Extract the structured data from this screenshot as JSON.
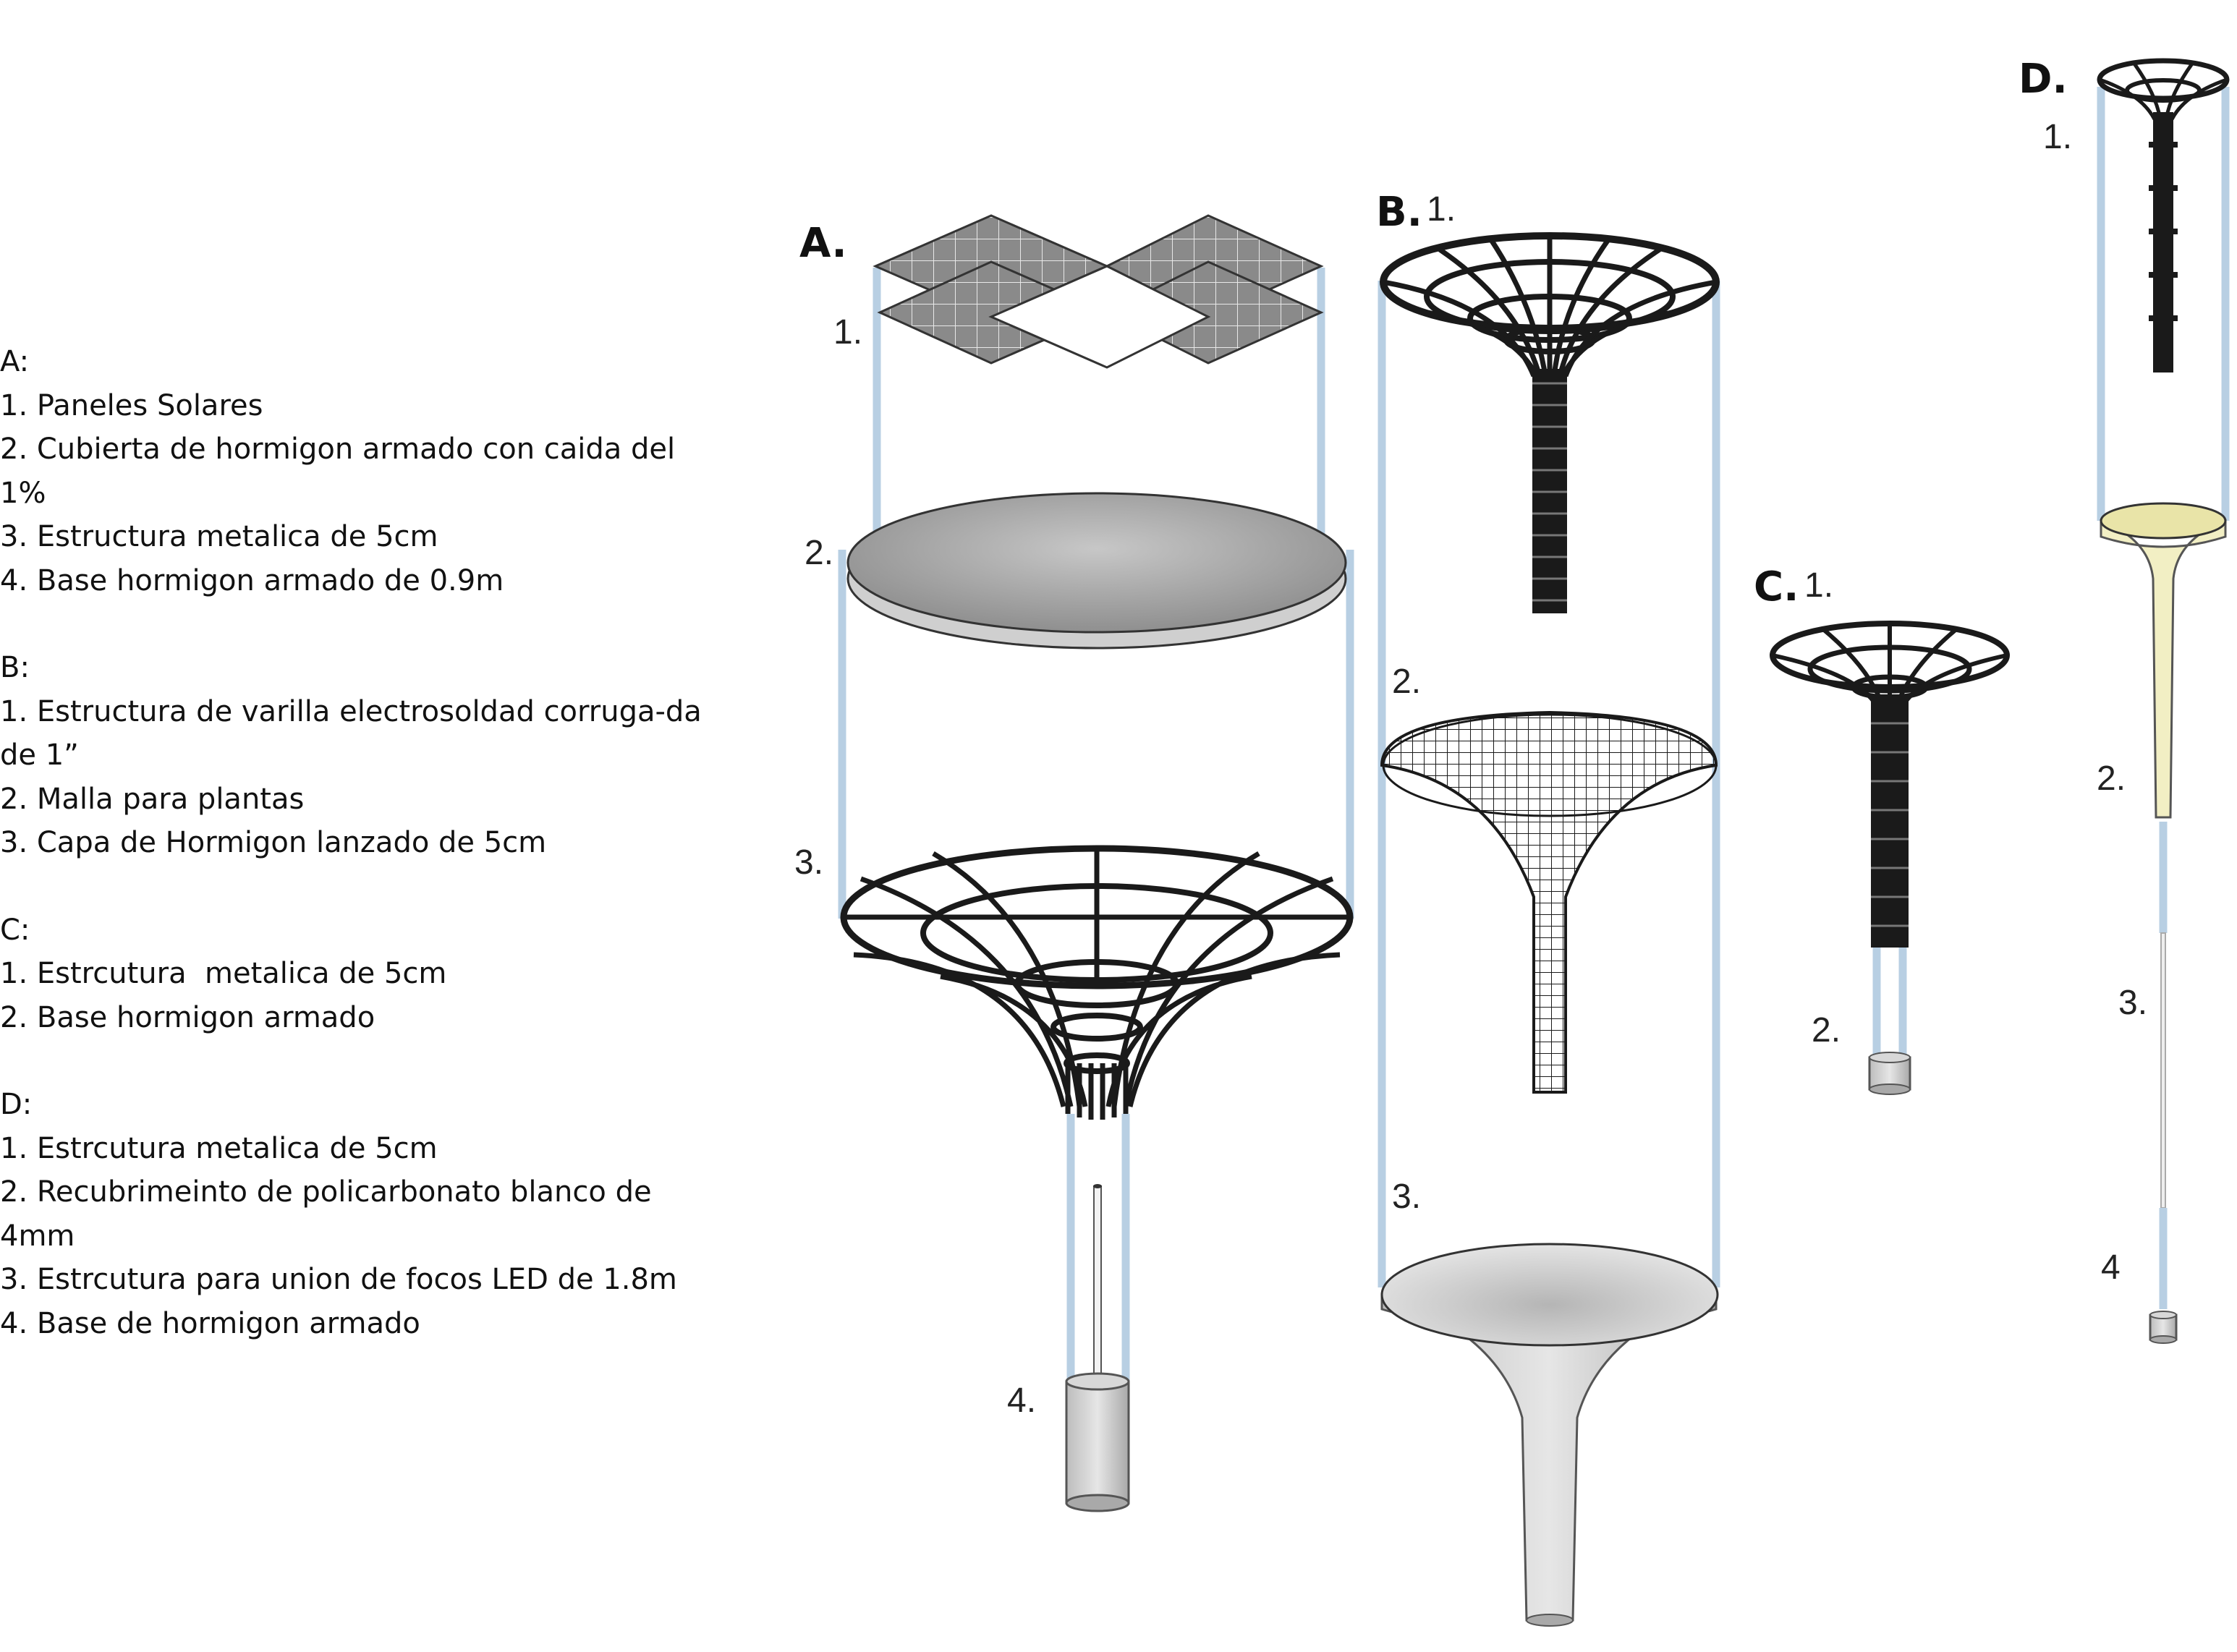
{
  "legend": {
    "groups": [
      {
        "title": "A:",
        "items": [
          "1. Paneles Solares",
          "2. Cubierta de hormigon armado con caida del 1%",
          "3. Estructura metalica de 5cm",
          "4. Base hormigon armado de 0.9m"
        ]
      },
      {
        "title": "B:",
        "items": [
          "1. Estructura de varilla electrosoldad corruga-da de 1”",
          "2. Malla para plantas",
          "3. Capa de Hormigon lanzado de 5cm"
        ]
      },
      {
        "title": "C:",
        "items": [
          "1. Estrcutura  metalica de 5cm",
          "2. Base hormigon armado"
        ]
      },
      {
        "title": "D:",
        "items": [
          "1. Estrcutura metalica de 5cm",
          "2. Recubrimeinto de policarbonato blanco de 4mm",
          "3. Estrcutura para union de focos LED de 1.8m",
          "4. Base de hormigon armado"
        ]
      }
    ]
  },
  "diagram": {
    "A": {
      "heading": "A.",
      "labels": [
        "1.",
        "2.",
        "3.",
        "4."
      ]
    },
    "B": {
      "heading": "B.",
      "labels": [
        "1.",
        "2.",
        "3."
      ]
    },
    "C": {
      "heading": "C.",
      "labels": [
        "1.",
        "2."
      ]
    },
    "D": {
      "heading": "D.",
      "labels": [
        "1.",
        "2.",
        "3.",
        "4"
      ]
    }
  },
  "colors": {
    "rod": "#b8cfe3",
    "concrete": "#9a9a9a",
    "polycarbonate": "#f2efc4",
    "wire": "#1a1a1a"
  }
}
